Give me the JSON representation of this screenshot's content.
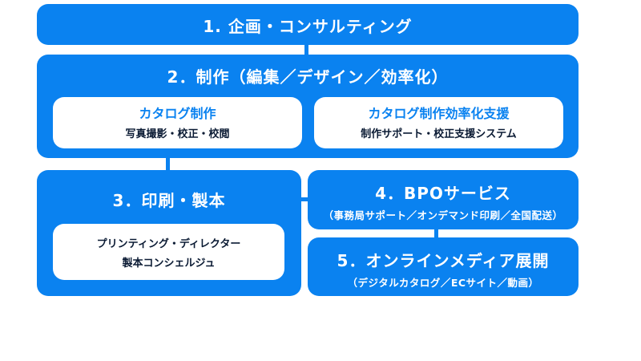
{
  "colors": {
    "primary_blue": "#0a82f0",
    "white": "#ffffff",
    "accent_text": "#0a82f0",
    "dark_text": "#0a1a33"
  },
  "steps": {
    "step1": {
      "title": "1. 企画・コンサルティング"
    },
    "step2": {
      "title": "2．制作（編集／デザイン／効率化）",
      "cards": [
        {
          "title": "カタログ制作",
          "subtitle": "写真撮影・校正・校閲"
        },
        {
          "title": "カタログ制作効率化支援",
          "subtitle": "制作サポート・校正支援システム"
        }
      ]
    },
    "step3": {
      "title": "3．印刷・製本",
      "card": {
        "line1": "プリンティング・ディレクター",
        "line2": "製本コンシェルジュ"
      }
    },
    "step4": {
      "title": "4．BPOサービス",
      "subtitle": "（事務局サポート／オンデマンド印刷／全国配送）"
    },
    "step5": {
      "title": "5．オンラインメディア展開",
      "subtitle": "（デジタルカタログ／ECサイト／動画）"
    }
  }
}
